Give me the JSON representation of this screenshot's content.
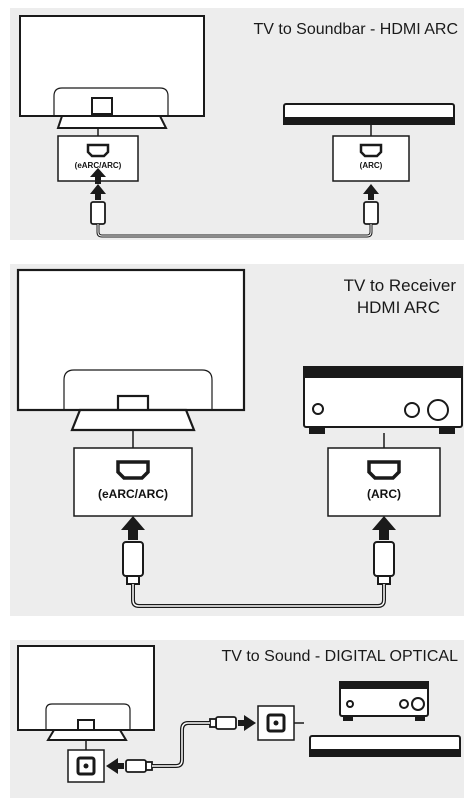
{
  "panels": [
    {
      "title": "TV to Soundbar - HDMI ARC",
      "tv_port_label": "(eARC/ARC)",
      "device_port_label": "(ARC)"
    },
    {
      "title_line1": "TV to Receiver",
      "title_line2": "HDMI ARC",
      "tv_port_label": "(eARC/ARC)",
      "device_port_label": "(ARC)"
    },
    {
      "title": "TV to Sound - DIGITAL OPTICAL"
    }
  ],
  "colors": {
    "panel_bg": "#ededed",
    "line": "#1a1a1a",
    "port_box": "#ffffff"
  },
  "icons": [
    "tv-icon",
    "soundbar-icon",
    "receiver-icon",
    "hdmi-port-icon",
    "optical-port-icon",
    "hdmi-plug-icon",
    "optical-plug-icon",
    "arrow-up-icon"
  ]
}
